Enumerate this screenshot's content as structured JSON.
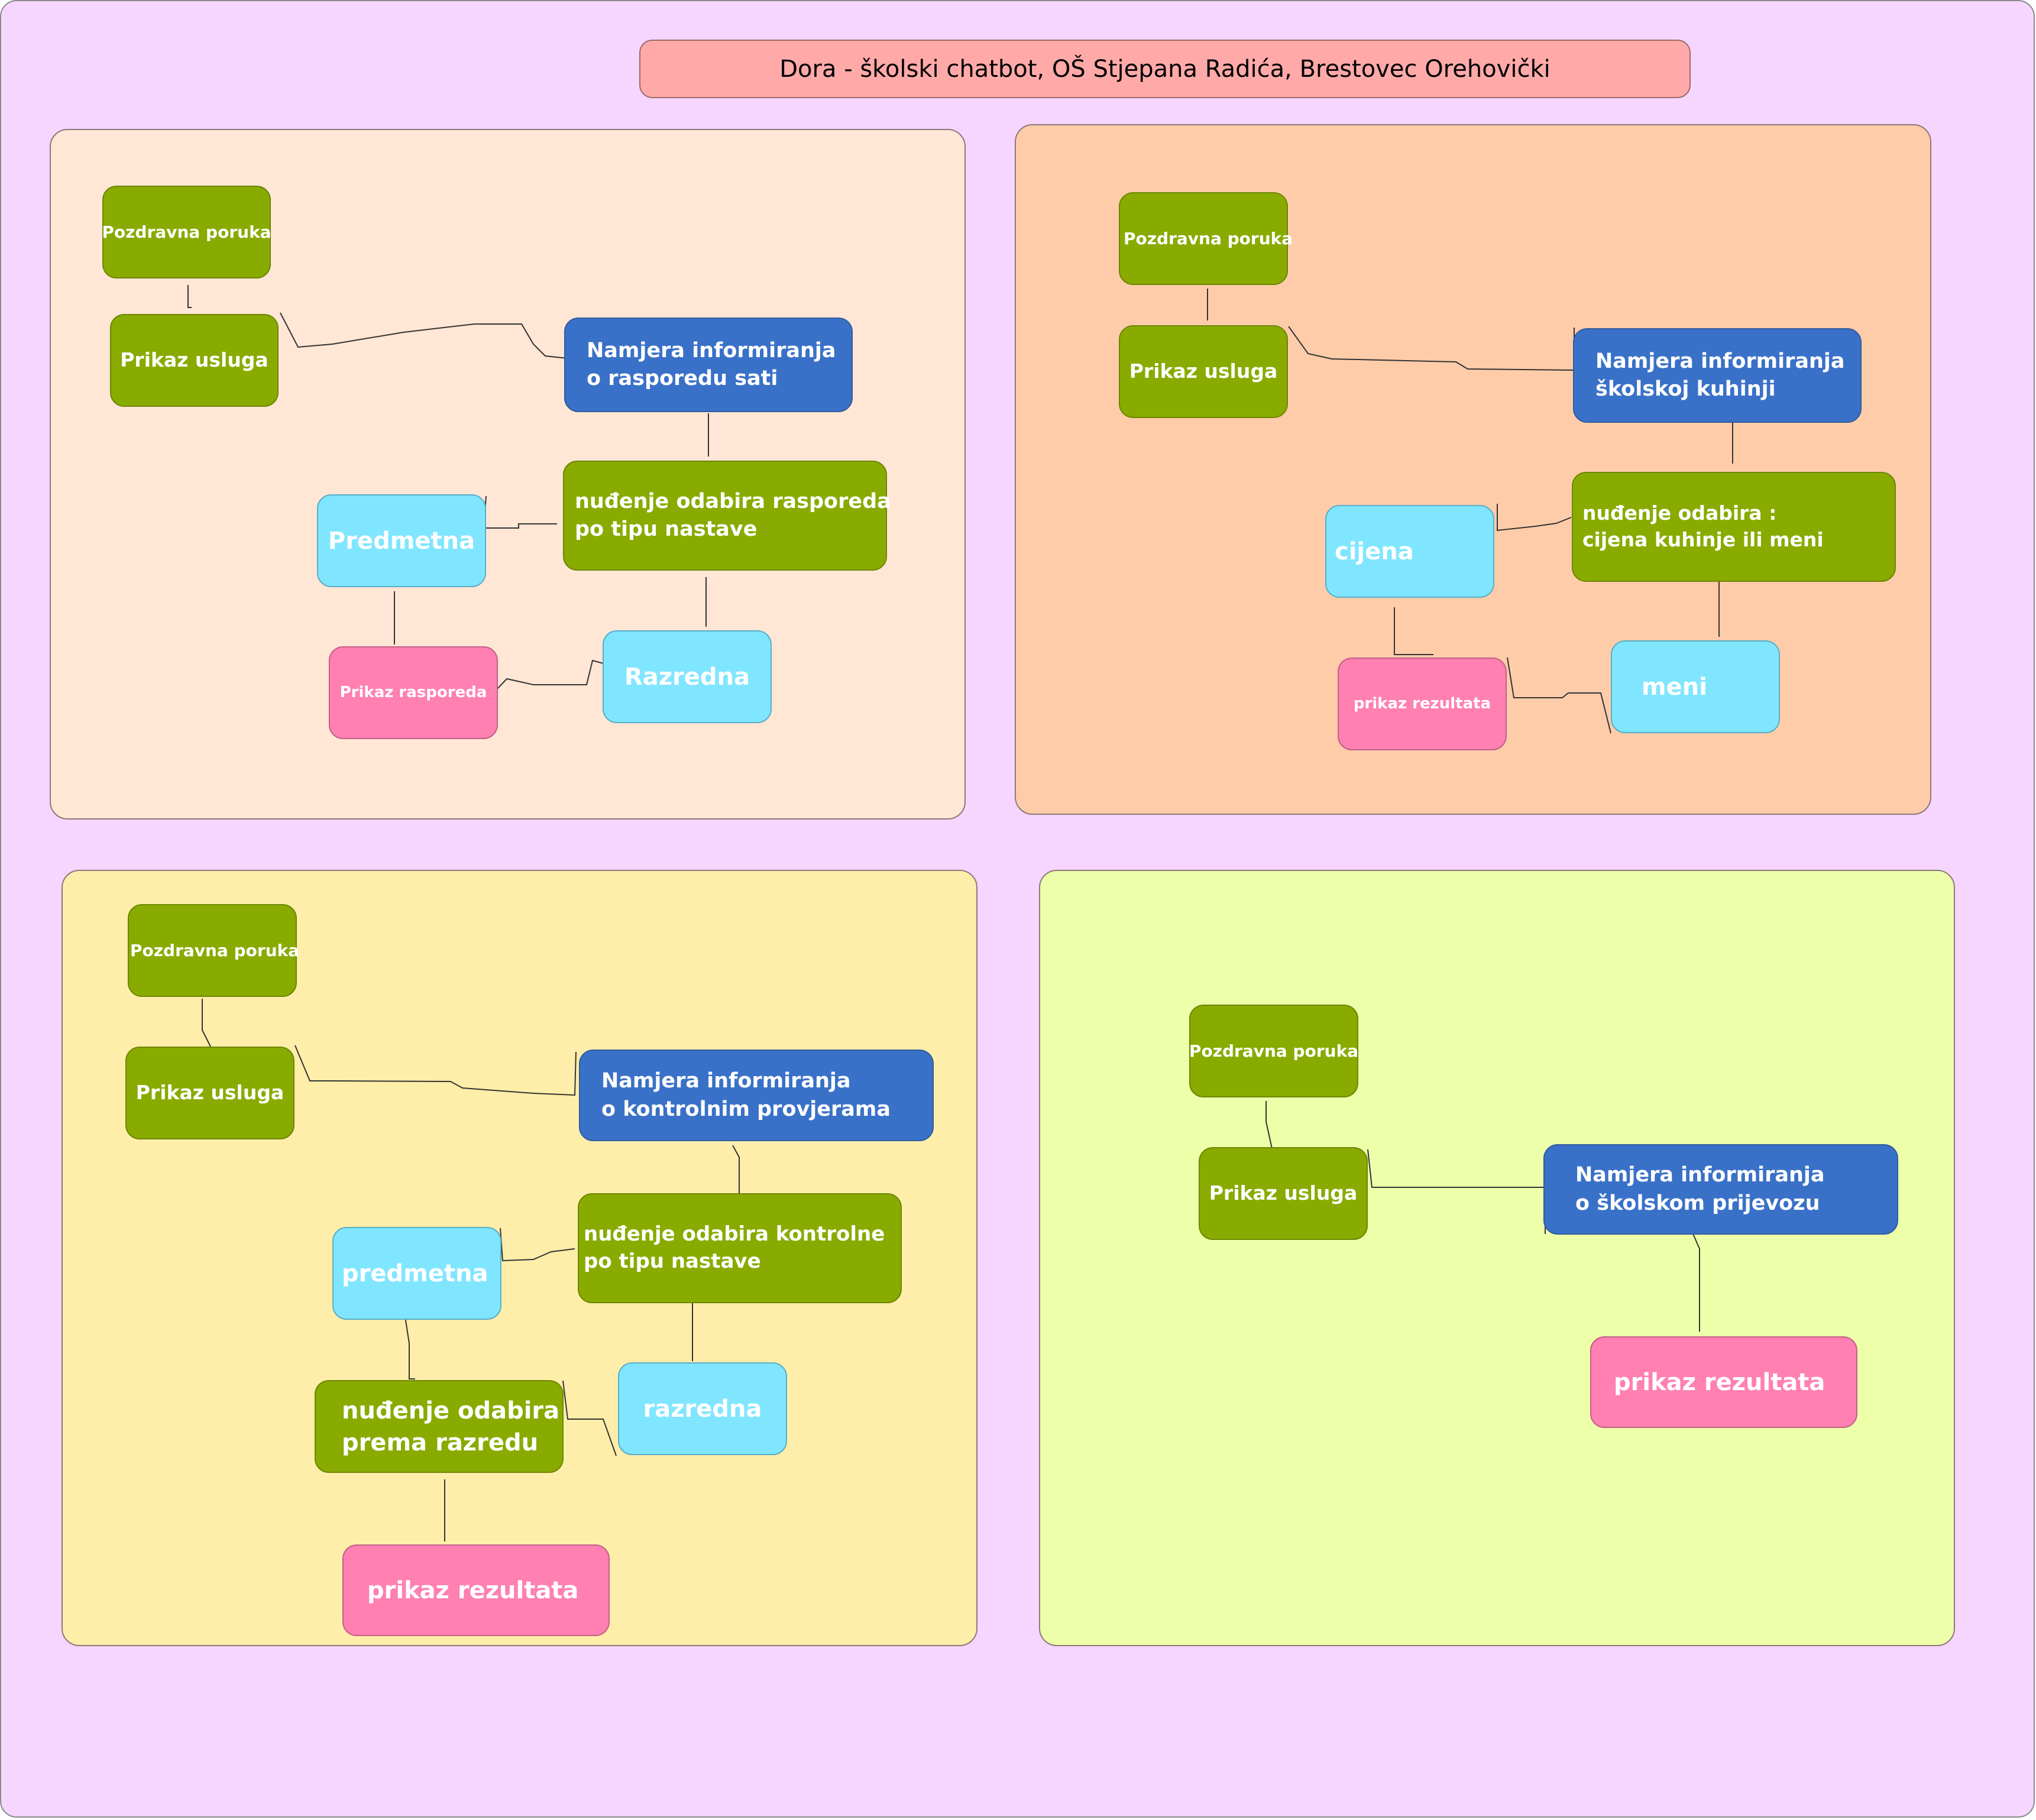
{
  "title": "Dora - školski chatbot, OŠ Stjepana Radića, Brestovec Orehovički",
  "colors": {
    "background": "#f6d5fe",
    "title_box": "#ffaaa9",
    "panel_schedule": "#ffe6d5",
    "panel_kitchen": "#ffccaa",
    "panel_tests": "#ffeeaa",
    "panel_transport": "#eeffaa",
    "green_node": "#89ab00",
    "blue_node": "#3a71c8",
    "cyan_node": "#80e6ff",
    "pink_node": "#ff80b1"
  },
  "schedule": {
    "greeting": "Pozdravna poruka",
    "services": "Prikaz usluga",
    "intent": "Namjera informiranja\no rasporedu sati",
    "offer": "nuđenje odabira rasporeda\npo tipu nastave",
    "subject": "Predmetna",
    "class": "Razredna",
    "result": "Prikaz rasporeda"
  },
  "kitchen": {
    "greeting": "Pozdravna poruka",
    "services": "Prikaz usluga",
    "intent": "Namjera informiranja\nškolskoj kuhinji",
    "offer": "nuđenje odabira :\ncijena kuhinje ili meni",
    "price": "cijena",
    "menu": "meni",
    "result": "prikaz rezultata"
  },
  "tests": {
    "greeting": "Pozdravna poruka",
    "services": "Prikaz usluga",
    "intent": "Namjera informiranja\no kontrolnim provjerama",
    "offer": "nuđenje odabira kontrolne\npo tipu nastave",
    "subject": "predmetna",
    "class": "razredna",
    "offer_grade": "nuđenje odabira\nprema razredu",
    "result": "prikaz rezultata"
  },
  "transport": {
    "greeting": "Pozdravna poruka",
    "services": "Prikaz usluga",
    "intent": "Namjera informiranja\no školskom prijevozu",
    "result": "prikaz rezultata"
  }
}
